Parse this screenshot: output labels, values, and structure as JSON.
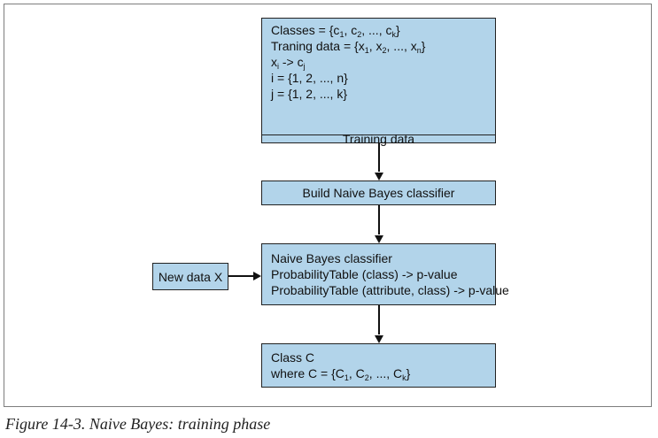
{
  "training_box": {
    "lines": [
      {
        "parts": [
          "Classes = {c",
          "1",
          ", c",
          "2",
          ", ..., c",
          "k",
          "}"
        ]
      },
      {
        "parts": [
          "Traning data = {x",
          "1",
          ", x",
          "2",
          ", ..., x",
          "n",
          "}"
        ]
      },
      {
        "parts": [
          "x",
          "i",
          " -> c",
          "j"
        ]
      },
      {
        "parts": [
          "i = {1, 2, ..., n}"
        ]
      },
      {
        "parts": [
          "j = {1, 2, ..., k}"
        ]
      }
    ],
    "footer": "Training data"
  },
  "build_box": {
    "label": "Build Naive Bayes classifier"
  },
  "classifier_box": {
    "lines": [
      {
        "parts": [
          "Naive Bayes classifier"
        ]
      },
      {
        "parts": [
          "ProbabilityTable (class) -> p-value"
        ]
      },
      {
        "parts": [
          "ProbabilityTable (attribute, class) -> p-value"
        ]
      }
    ]
  },
  "new_data_box": {
    "label": "New data X"
  },
  "class_box": {
    "lines": [
      {
        "parts": [
          "Class C"
        ]
      },
      {
        "parts": [
          "where C = {C",
          "1",
          ", C",
          "2",
          ", ..., C",
          "k",
          "}"
        ]
      }
    ]
  },
  "caption": "Figure 14-3. Naive Bayes: training phase"
}
